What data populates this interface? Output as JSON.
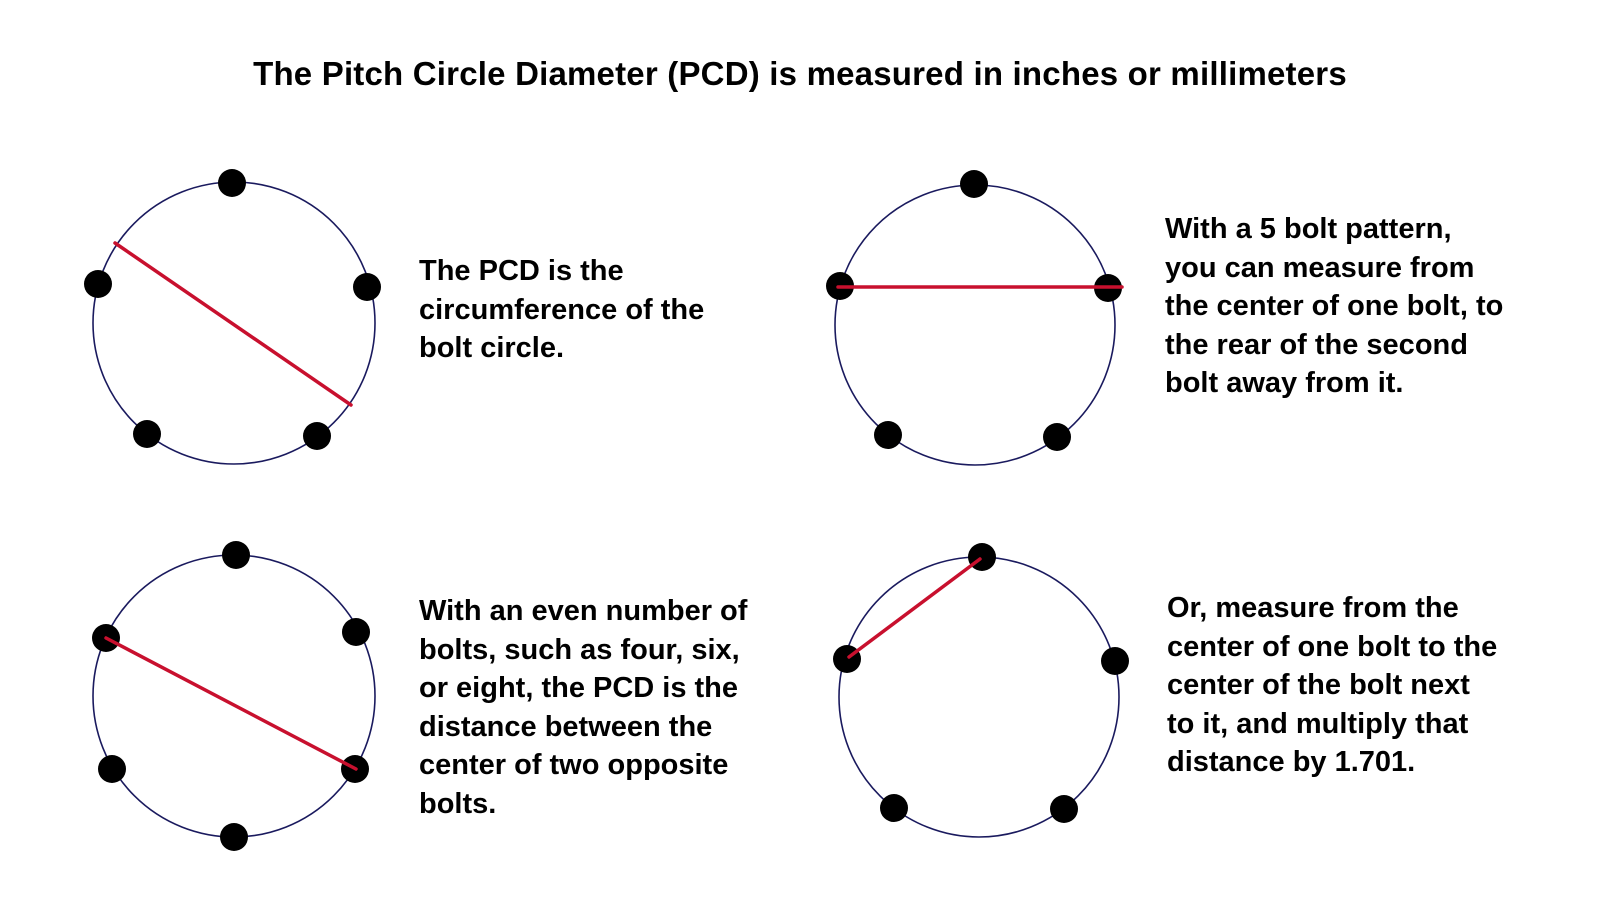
{
  "title": "The Pitch Circle Diameter (PCD) is measured in inches or millimeters",
  "diagrams": [
    {
      "id": "diagram-1",
      "bolt_count": 5,
      "description_lines": [
        "The PCD is the",
        "circumference of the",
        "bolt circle."
      ]
    },
    {
      "id": "diagram-2",
      "bolt_count": 5,
      "description_lines": [
        "With a 5 bolt pattern,",
        "you can measure from",
        "the center of one bolt, to",
        "the rear of the second",
        "bolt away from it."
      ]
    },
    {
      "id": "diagram-3",
      "bolt_count": 6,
      "description_lines": [
        "With an even number of",
        "bolts, such as four, six,",
        "or eight, the PCD is the",
        "distance between the",
        "center of two opposite",
        "bolts."
      ]
    },
    {
      "id": "diagram-4",
      "bolt_count": 5,
      "description_lines": [
        "Or, measure from the",
        "center of one bolt to the",
        "center of the bolt next",
        "to it, and multiply that",
        "distance by 1.701."
      ]
    }
  ],
  "colors": {
    "measurement_line": "#c8102e",
    "circle_outline": "#1a1a5e",
    "bolt": "#000000"
  }
}
